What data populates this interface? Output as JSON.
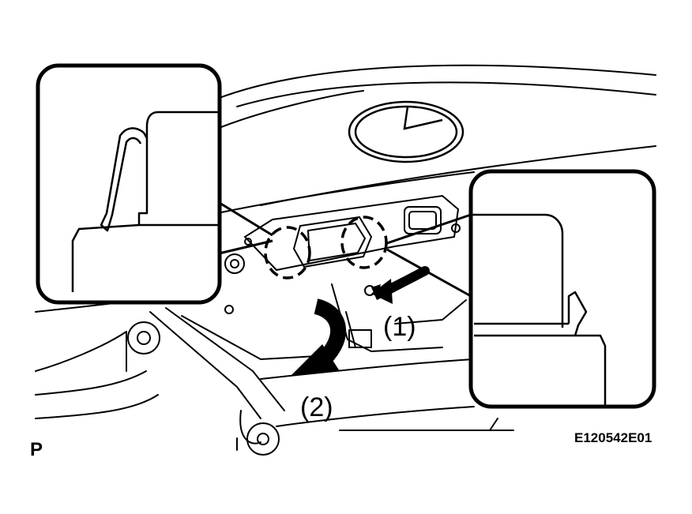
{
  "figure": {
    "step_labels": [
      "(1)",
      "(2)"
    ],
    "corner_mark": "P",
    "illustration_code": "E120542E01"
  },
  "colors": {
    "ink": "#000000",
    "background": "#ffffff"
  }
}
